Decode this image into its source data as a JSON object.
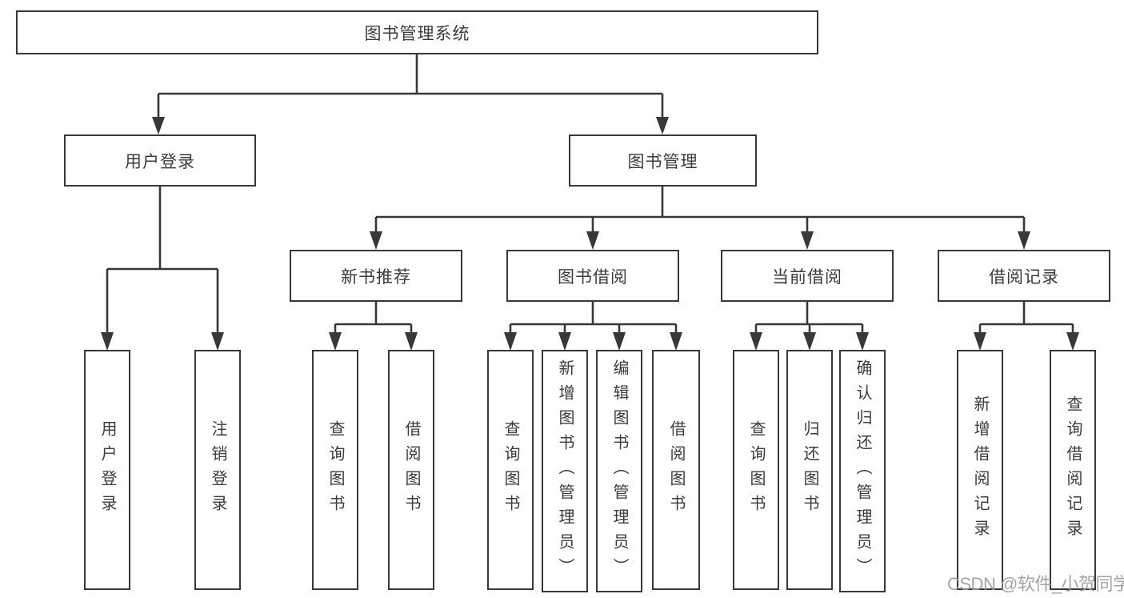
{
  "diagram": {
    "root": {
      "label": "图书管理系统"
    },
    "level2": {
      "user_login": {
        "label": "用户登录"
      },
      "book_mgmt": {
        "label": "图书管理"
      }
    },
    "level3": {
      "new_books": {
        "label": "新书推荐"
      },
      "book_borrow": {
        "label": "图书借阅"
      },
      "current_borrow": {
        "label": "当前借阅"
      },
      "borrow_records": {
        "label": "借阅记录"
      }
    },
    "level4": {
      "user_login_leaf": {
        "label": "用户登录"
      },
      "logout": {
        "label": "注销登录"
      },
      "nb_query": {
        "label": "查询图书"
      },
      "nb_borrow": {
        "label": "借阅图书"
      },
      "bb_query": {
        "label": "查询图书"
      },
      "bb_add": {
        "label": "新增图书（管理员）"
      },
      "bb_edit": {
        "label": "编辑图书（管理员）"
      },
      "bb_borrow": {
        "label": "借阅图书"
      },
      "cb_query": {
        "label": "查询图书"
      },
      "cb_return": {
        "label": "归还图书"
      },
      "cb_confirm": {
        "label": "确认归还（管理员）"
      },
      "br_add": {
        "label": "新增借阅记录"
      },
      "br_query": {
        "label": "查询借阅记录"
      }
    }
  },
  "watermark": "CSDN @软件_小贺同学",
  "colors": {
    "line": "#383838",
    "box_border": "#383838",
    "text": "#3b3b3b",
    "watermark": "#9b9b9b",
    "background": "#ffffff"
  }
}
